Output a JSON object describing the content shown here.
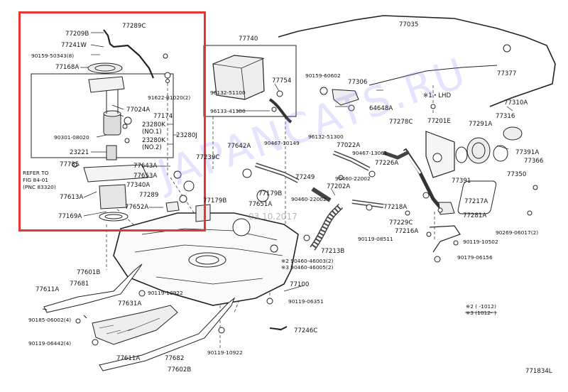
{
  "diagram_code": "771834L",
  "watermark": "JAPANCATS.RU",
  "watermark_date": "03.10.2017",
  "highlight_color": "#e53535",
  "labels": {
    "p77289C": "77289C",
    "p77209B": "77209B",
    "p77241W": "77241W",
    "p90159_50343": "90159-50343(8)",
    "p77168A": "77168A",
    "p91622_B1020": "91622-B1020(2)",
    "p77024A": "77024A",
    "p77174": "77174",
    "p23280K_1": "23280K",
    "no1": "(NO.1)",
    "p23280K_2": "23280K",
    "no2": "(NO.2)",
    "p23280J": "23280J",
    "p90301_08020": "90301-08020",
    "p23221": "23221",
    "p77785": "77785",
    "p77643A": "77643A",
    "p77653A": "77653A",
    "refer1": "REFER TO",
    "refer2": "FIG 84-01",
    "refer3": "(PNC 83320)",
    "p77340A": "77340A",
    "p77613A": "77613A",
    "p77289": "77289",
    "p77652A": "77652A",
    "p77169A": "77169A",
    "p77740": "77740",
    "p77754": "77754",
    "p96132_51100": "96132-51100",
    "p96133_41300": "96133-41300",
    "p77035": "77035",
    "p77377": "77377",
    "p90159_60602": "90159-60602",
    "p77306": "77306",
    "p64648A": "64648A",
    "lhd": "※1・LHD",
    "p77310A": "77310A",
    "p77316": "77316",
    "p77291A": "77291A",
    "p77391A": "77391A",
    "p77366": "77366",
    "p77350": "77350",
    "p90269_06017": "90269-06017(2)",
    "p77278C": "77278C",
    "p77201E": "77201E",
    "p96132_51300": "96132-51300",
    "p90467_10149": "90467-10149",
    "p77022A": "77022A",
    "p90467_13061": "90467-13061",
    "p77226A": "77226A",
    "p77391": "77391",
    "p77642A": "77642A",
    "p77239C": "77239C",
    "p77249": "77249",
    "p77179B_1": "77179B",
    "p77179B_2": "77179B",
    "p77651A": "77651A",
    "p90460_22002_a": "90460-22002",
    "p90460_22002_b": "90460-22002",
    "p77202A": "77202A",
    "p77218A": "77218A",
    "p77217A": "77217A",
    "p77281A": "77281A",
    "p77229C": "77229C",
    "p77216A": "77216A",
    "p90119_08511": "90119-08511",
    "p90119_10502": "90119-10502",
    "p90179_06156": "90179-06156",
    "p77213B": "77213B",
    "n2_90460_46003": "※2 90460-46003(2)",
    "n3_90460_46005": "※3 90460-46005(2)",
    "p77100": "77100",
    "p77601B": "77601B",
    "p77611A_1": "77611A",
    "p77681": "77681",
    "p90119_10922_a": "90119-10922",
    "p90119_06351": "90119-06351",
    "p77631A": "77631A",
    "p90185_06002": "90185-06002(4)",
    "p90119_06442": "90119-06442(4)",
    "p77246C": "77246C",
    "p90119_10922_b": "90119-10922",
    "p77611A_2": "77611A",
    "p77682": "77682",
    "p77602B": "77602B",
    "note2": "※2 (   -1012)",
    "note3": "※3 (1012-   )"
  }
}
